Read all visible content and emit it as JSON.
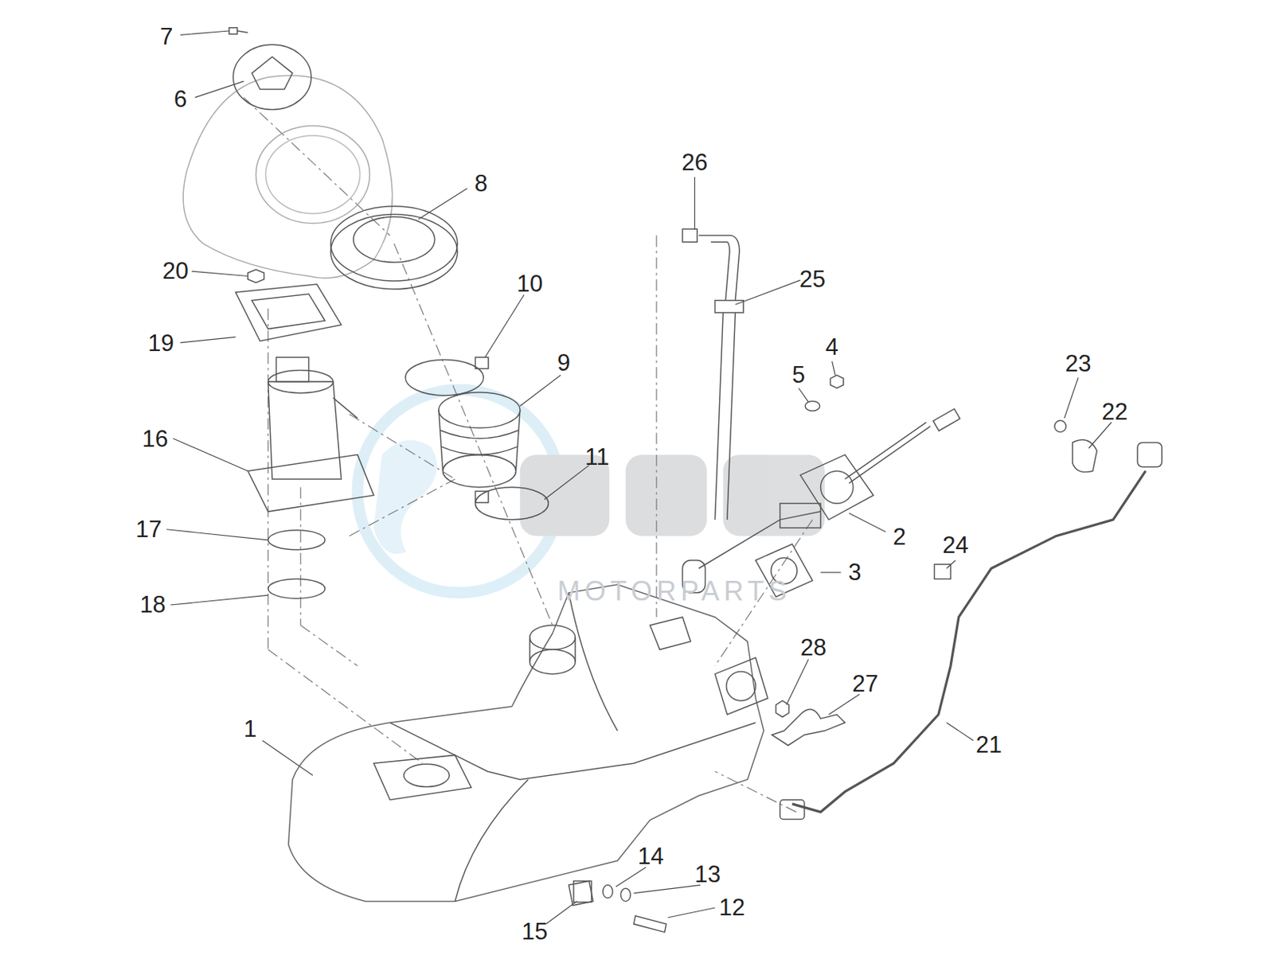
{
  "diagram": {
    "labels": [
      "7",
      "6",
      "26",
      "8",
      "20",
      "10",
      "25",
      "4",
      "23",
      "5",
      "22",
      "9",
      "19",
      "16",
      "11",
      "2",
      "24",
      "17",
      "3",
      "18",
      "28",
      "27",
      "21",
      "1",
      "14",
      "13",
      "12",
      "15",
      "MOTORPARTS"
    ]
  }
}
